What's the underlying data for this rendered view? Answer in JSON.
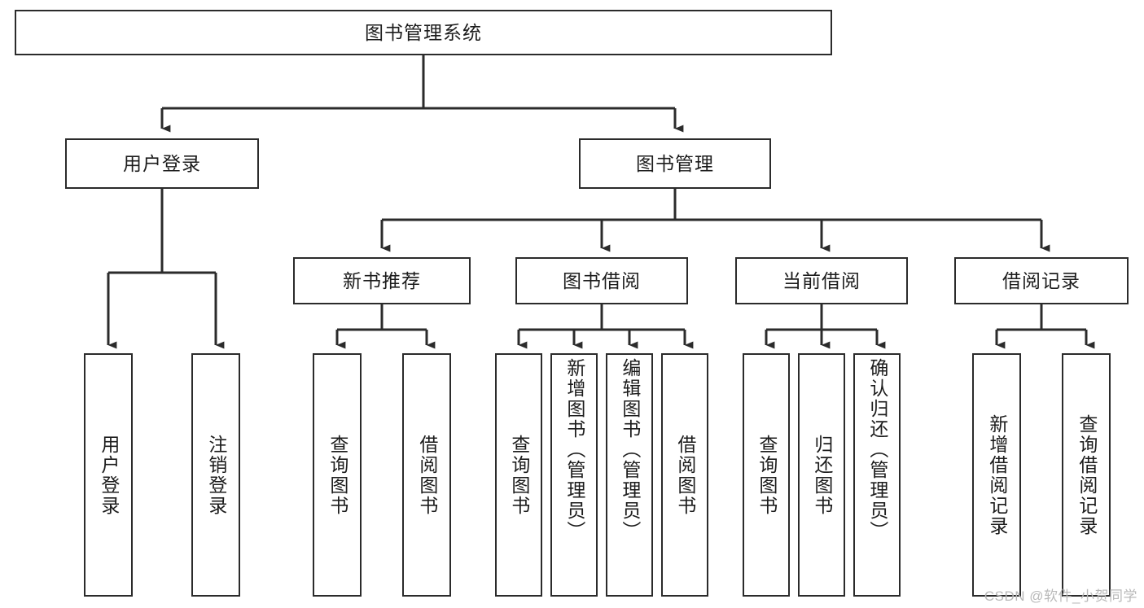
{
  "diagram": {
    "title": "图书管理系统",
    "type": "tree-hierarchy-diagram",
    "colors": {
      "background": "#ffffff",
      "box_border": "#2b2b2b",
      "box_fill": "#ffffff",
      "connector": "#2b2b2b",
      "text": "#1c1c1c",
      "watermark": "#b9b9b9"
    },
    "root": {
      "label": "图书管理系统"
    },
    "level2": [
      {
        "label": "用户登录"
      },
      {
        "label": "图书管理"
      }
    ],
    "level3": [
      {
        "label": "新书推荐"
      },
      {
        "label": "图书借阅"
      },
      {
        "label": "当前借阅"
      },
      {
        "label": "借阅记录"
      }
    ],
    "leaves": {
      "user_login": [
        {
          "label": "用户登录"
        },
        {
          "label": "注销登录"
        }
      ],
      "new_book_recommend": [
        {
          "label": "查询图书"
        },
        {
          "label": "借阅图书"
        }
      ],
      "book_borrow": [
        {
          "label": "查询图书"
        },
        {
          "label": "新增图书（管理员）"
        },
        {
          "label": "编辑图书（管理员）"
        },
        {
          "label": "借阅图书"
        }
      ],
      "current_borrow": [
        {
          "label": "查询图书"
        },
        {
          "label": "归还图书"
        },
        {
          "label": "确认归还（管理员）"
        }
      ],
      "borrow_record": [
        {
          "label": "新增借阅记录"
        },
        {
          "label": "查询借阅记录"
        }
      ]
    }
  },
  "watermark": {
    "text": "CSDN @软件_小贺同学"
  }
}
